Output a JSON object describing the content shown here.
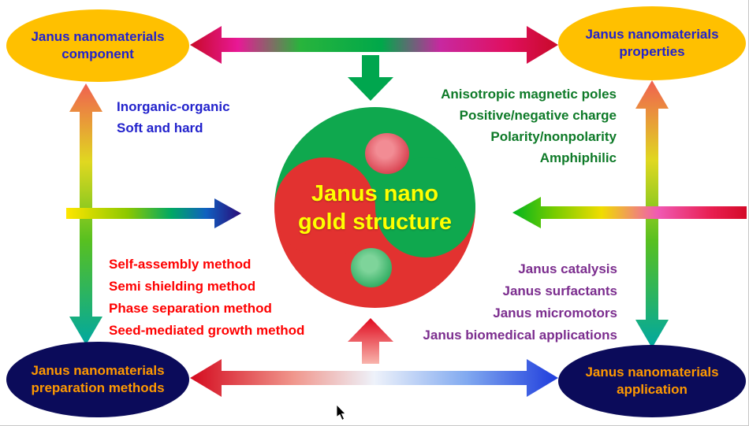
{
  "center": {
    "lines": [
      "Janus nano",
      "gold structure"
    ]
  },
  "nodes": {
    "component": {
      "lines": [
        "Janus nanomaterials",
        "component"
      ]
    },
    "properties": {
      "lines": [
        "Janus nanomaterials",
        "properties"
      ]
    },
    "preparation": {
      "lines": [
        "Janus nanomaterials",
        "preparation methods"
      ]
    },
    "application": {
      "lines": [
        "Janus nanomaterials",
        "application"
      ]
    }
  },
  "lists": {
    "component_features": [
      "Inorganic-organic",
      "Soft and hard"
    ],
    "properties_features": [
      "Anisotropic magnetic poles",
      "Positive/negative charge",
      "Polarity/nonpolarity",
      "Amphiphilic"
    ],
    "preparation_methods": [
      "Self-assembly method",
      "Semi shielding method",
      "Phase separation method",
      "Seed-mediated growth method"
    ],
    "applications": [
      "Janus catalysis",
      "Janus surfactants",
      "Janus micromotors",
      "Janus biomedical applications"
    ]
  },
  "colors": {
    "top_ellipse_bg": "#FFC000",
    "top_ellipse_text": "#2222CC",
    "bottom_ellipse_bg": "#0B0B5A",
    "bottom_ellipse_text": "#FF9900",
    "yinyang_green": "#0FA84E",
    "yinyang_red": "#E23230",
    "center_text": "#FFFF00",
    "component_list_text": "#2222CC",
    "properties_list_text": "#0E7A28",
    "methods_list_text": "#FE0000",
    "applications_list_text": "#7B2D8E"
  }
}
